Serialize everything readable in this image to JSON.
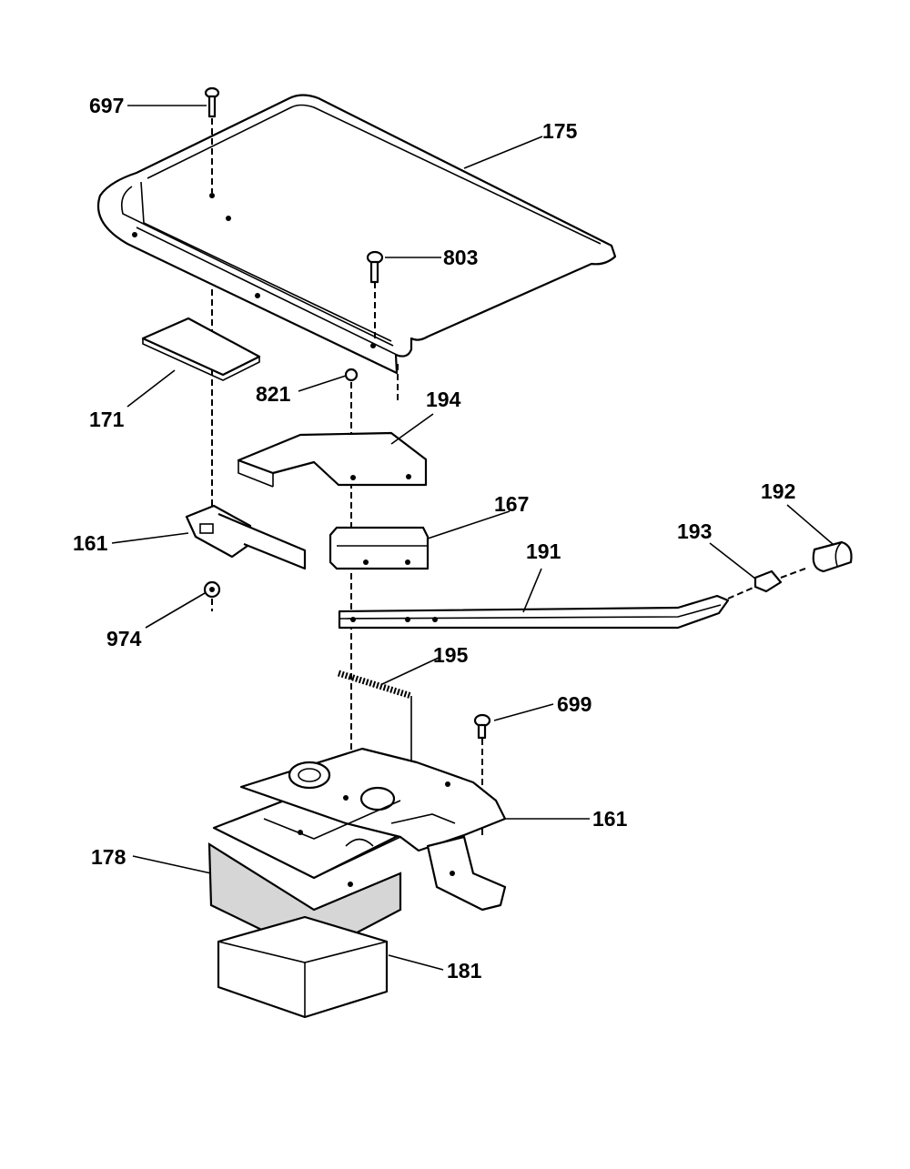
{
  "labels": {
    "p697": "697",
    "p175": "175",
    "p803": "803",
    "p171": "171",
    "p821": "821",
    "p194": "194",
    "p161_upper": "161",
    "p167": "167",
    "p192": "192",
    "p193": "193",
    "p191": "191",
    "p974": "974",
    "p195": "195",
    "p699": "699",
    "p161_lower": "161",
    "p178": "178",
    "p181": "181"
  }
}
